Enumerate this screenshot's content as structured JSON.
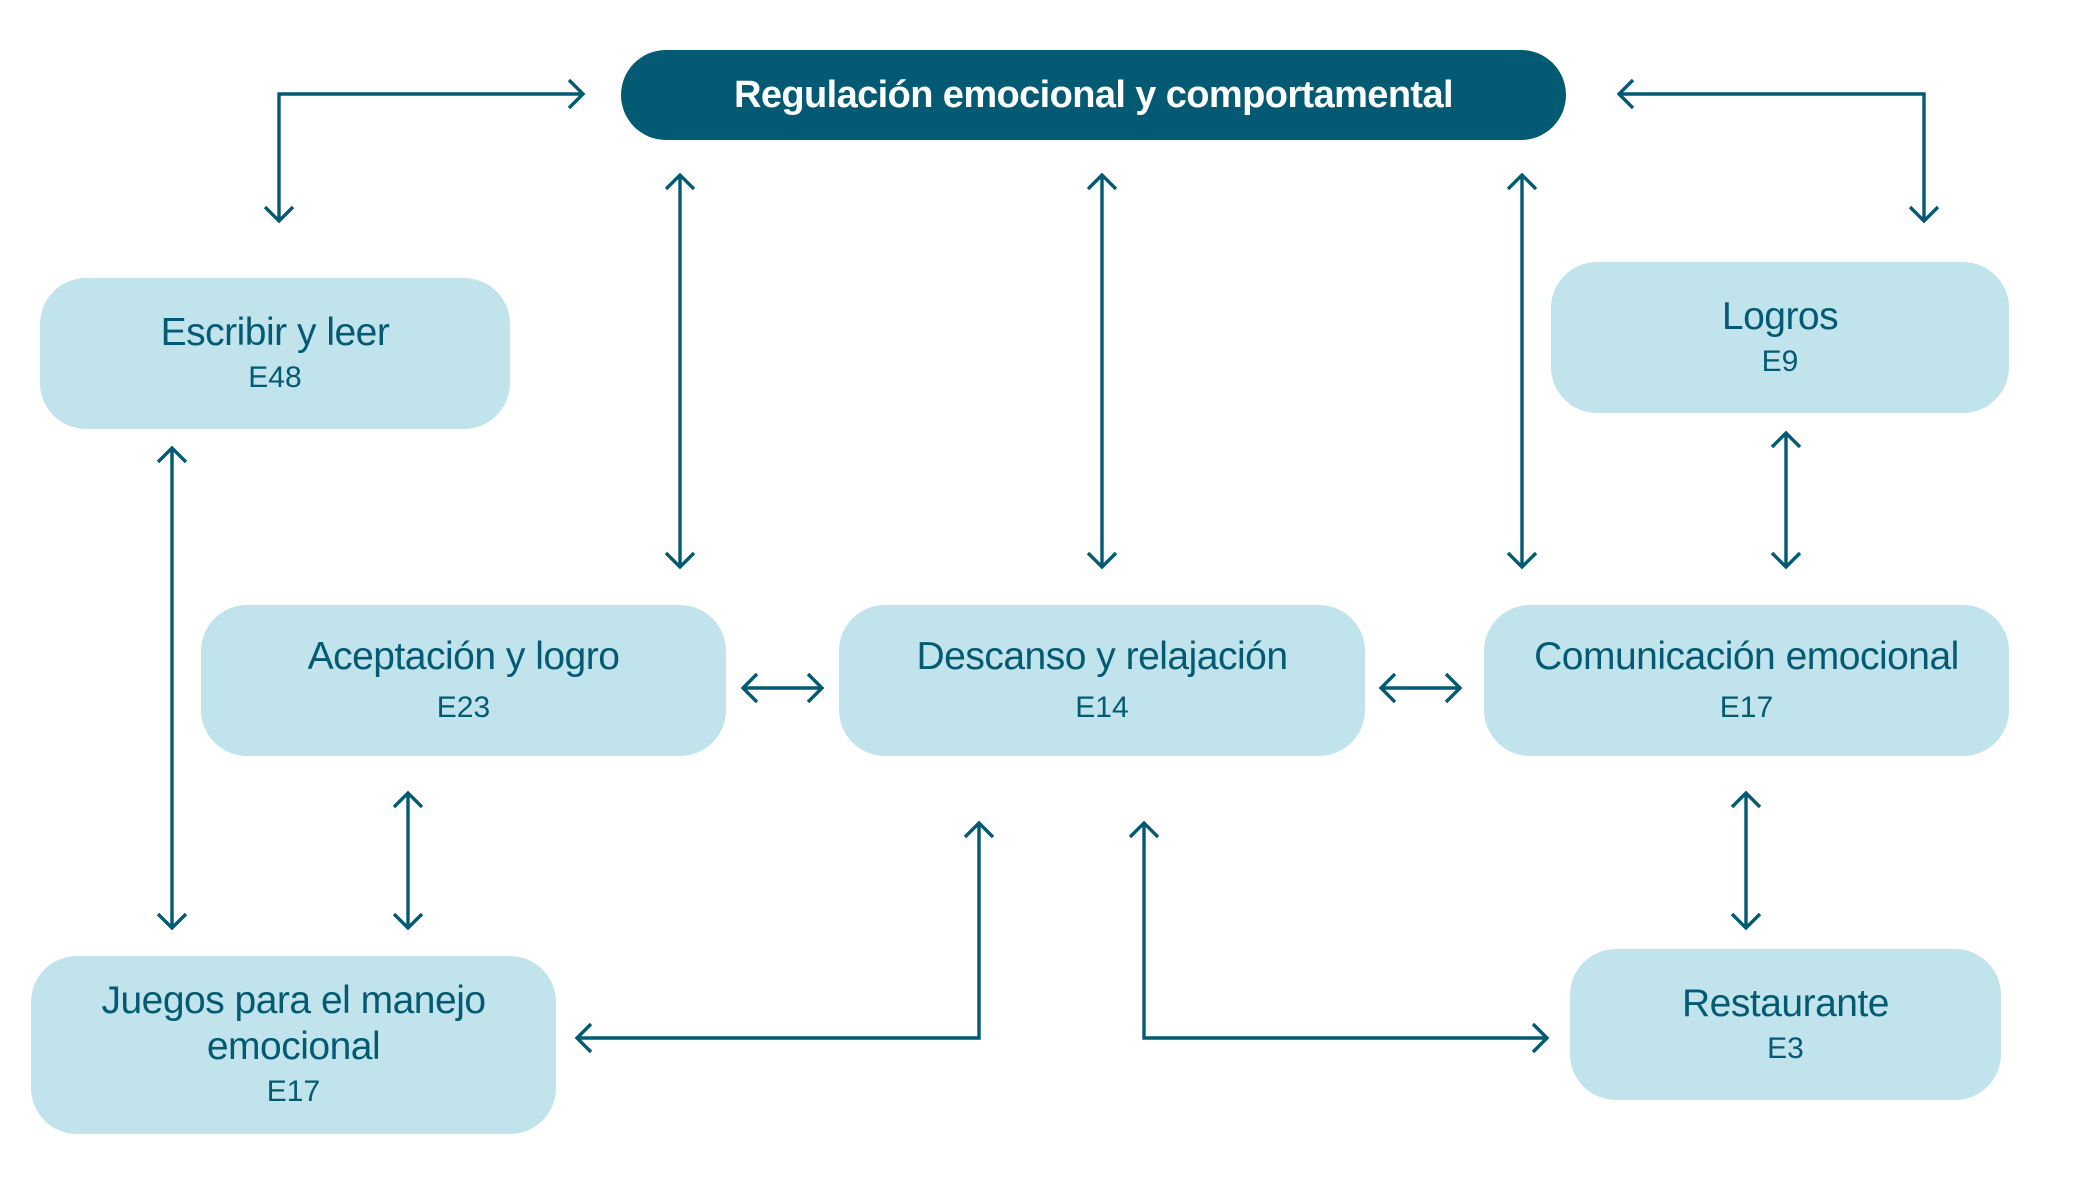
{
  "diagram": {
    "central": {
      "label": "Regulación emocional y comportamental"
    },
    "nodes": [
      {
        "id": "escribir",
        "label": "Escribir y leer",
        "code": "E48"
      },
      {
        "id": "logros",
        "label": "Logros",
        "code": "E9"
      },
      {
        "id": "aceptacion",
        "label": "Aceptación y logro",
        "code": "E23"
      },
      {
        "id": "descanso",
        "label": "Descanso y relajación",
        "code": "E14"
      },
      {
        "id": "comunicacion",
        "label": "Comunicación emocional",
        "code": "E17"
      },
      {
        "id": "juegos",
        "label": "Juegos para el manejo emocional",
        "code": "E17"
      },
      {
        "id": "restaurante",
        "label": "Restaurante",
        "code": "E3"
      }
    ],
    "edges": [
      {
        "from": "central",
        "to": "escribir",
        "direction": "both"
      },
      {
        "from": "central",
        "to": "logros",
        "direction": "both"
      },
      {
        "from": "central",
        "to": "aceptacion",
        "direction": "both"
      },
      {
        "from": "central",
        "to": "descanso",
        "direction": "both"
      },
      {
        "from": "central",
        "to": "comunicacion",
        "direction": "both"
      },
      {
        "from": "escribir",
        "to": "juegos",
        "direction": "both"
      },
      {
        "from": "logros",
        "to": "comunicacion",
        "direction": "both"
      },
      {
        "from": "aceptacion",
        "to": "descanso",
        "direction": "both"
      },
      {
        "from": "descanso",
        "to": "comunicacion",
        "direction": "both"
      },
      {
        "from": "aceptacion",
        "to": "juegos",
        "direction": "both"
      },
      {
        "from": "comunicacion",
        "to": "restaurante",
        "direction": "both"
      },
      {
        "from": "descanso",
        "to": "juegos",
        "direction": "both"
      },
      {
        "from": "descanso",
        "to": "restaurante",
        "direction": "both"
      }
    ],
    "colors": {
      "primary": "#035a72",
      "node_fill": "#c1e3eb",
      "background": "#ffffff"
    }
  }
}
